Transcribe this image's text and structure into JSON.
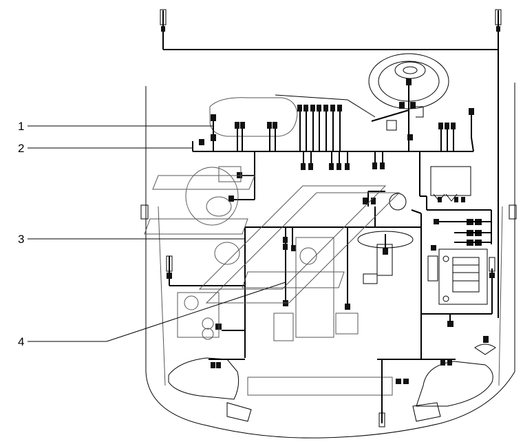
{
  "callouts": [
    {
      "id": "1",
      "label": "1"
    },
    {
      "id": "2",
      "label": "2"
    },
    {
      "id": "3",
      "label": "3"
    },
    {
      "id": "4",
      "label": "4"
    }
  ],
  "colors": {
    "line": "#000000",
    "background": "#ffffff",
    "ghost": "#555555"
  }
}
